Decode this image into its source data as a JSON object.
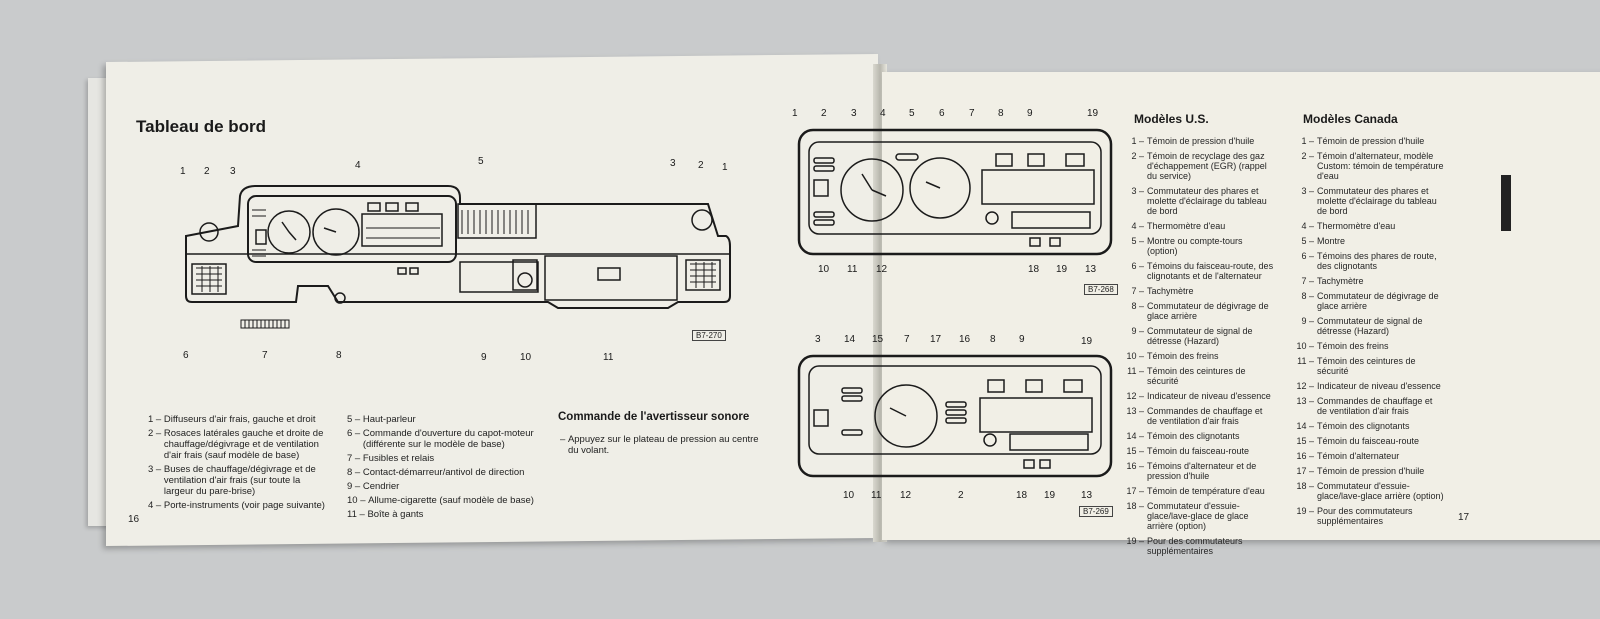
{
  "left_page": {
    "title": "Tableau de bord",
    "page_number": "16",
    "ref": "B7-270",
    "callouts": [
      "1",
      "2",
      "3",
      "4",
      "5",
      "3",
      "2",
      "1",
      "6",
      "7",
      "8",
      "9",
      "10",
      "11"
    ],
    "legend_col1": [
      {
        "n": "1 – ",
        "t": "Diffuseurs d'air frais, gauche et droit"
      },
      {
        "n": "2 – ",
        "t": "Rosaces latérales gauche et droite de chauffage/dégivrage et de ventilation d'air frais (sauf modèle de base)"
      },
      {
        "n": "3 – ",
        "t": "Buses de chauffage/dégivrage et de ventilation d'air frais (sur toute la largeur du pare-brise)"
      },
      {
        "n": "4 – ",
        "t": "Porte-instruments (voir page suivante)"
      }
    ],
    "legend_col2": [
      {
        "n": "5 – ",
        "t": "Haut-parleur"
      },
      {
        "n": "6 – ",
        "t": "Commande d'ouverture du capot-moteur (différente sur le modèle de base)"
      },
      {
        "n": "7 – ",
        "t": "Fusibles et relais"
      },
      {
        "n": "8 – ",
        "t": "Contact-démarreur/antivol de direction"
      },
      {
        "n": "9 – ",
        "t": "Cendrier"
      },
      {
        "n": "10 – ",
        "t": "Allume-cigarette (sauf modèle de base)"
      },
      {
        "n": "11 – ",
        "t": "Boîte à gants"
      }
    ],
    "horn_title": "Commande de l'avertisseur sonore",
    "horn_items": [
      {
        "n": "– ",
        "t": "Appuyez sur le plateau de pression au centre du volant."
      }
    ]
  },
  "right_page": {
    "page_number": "17",
    "ref_top": "B7-268",
    "ref_bottom": "B7-269",
    "top_callouts_upper": [
      "1",
      "2",
      "3",
      "4",
      "5",
      "6",
      "7",
      "8",
      "9",
      "19"
    ],
    "top_callouts_lower": [
      "10",
      "11",
      "12",
      "18",
      "19",
      "13"
    ],
    "bottom_callouts_upper": [
      "3",
      "14",
      "15",
      "7",
      "17",
      "16",
      "8",
      "9",
      "19"
    ],
    "bottom_callouts_lower": [
      "10",
      "11",
      "12",
      "2",
      "18",
      "19",
      "13"
    ],
    "us_heading": "Modèles U.S.",
    "us_items": [
      {
        "n": "1 –",
        "t": "Témoin de pression d'huile"
      },
      {
        "n": "2 –",
        "t": "Témoin de recyclage des gaz d'échappement (EGR) (rappel du service)"
      },
      {
        "n": "3 –",
        "t": "Commutateur des phares et molette d'éclairage du tableau de bord"
      },
      {
        "n": "4 –",
        "t": "Thermomètre d'eau"
      },
      {
        "n": "5 –",
        "t": "Montre ou compte-tours (option)"
      },
      {
        "n": "6 –",
        "t": "Témoins du faisceau-route, des clignotants et de l'alternateur"
      },
      {
        "n": "7 –",
        "t": "Tachymètre"
      },
      {
        "n": "8 –",
        "t": "Commutateur de dégivrage de glace arrière"
      },
      {
        "n": "9 –",
        "t": "Commutateur de signal de détresse (Hazard)"
      },
      {
        "n": "10 –",
        "t": "Témoin des freins"
      },
      {
        "n": "11 –",
        "t": "Témoin des ceintures de sécurité"
      },
      {
        "n": "12 –",
        "t": "Indicateur de niveau d'essence"
      },
      {
        "n": "13 –",
        "t": "Commandes de chauffage et de ventilation d'air frais"
      },
      {
        "n": "14 –",
        "t": "Témoin des clignotants"
      },
      {
        "n": "15 –",
        "t": "Témoin du faisceau-route"
      },
      {
        "n": "16 –",
        "t": "Témoins d'alternateur et de pression d'huile"
      },
      {
        "n": "17 –",
        "t": "Témoin de température d'eau"
      },
      {
        "n": "18 –",
        "t": "Commutateur d'essuie-glace/lave-glace de glace arrière (option)"
      },
      {
        "n": "19 –",
        "t": "Pour des commutateurs supplémentaires"
      }
    ],
    "ca_heading": "Modèles Canada",
    "ca_items": [
      {
        "n": "1 –",
        "t": "Témoin de pression d'huile"
      },
      {
        "n": "2 –",
        "t": "Témoin d'alternateur, modèle Custom: témoin de température d'eau"
      },
      {
        "n": "3 –",
        "t": "Commutateur des phares et molette d'éclairage du tableau de bord"
      },
      {
        "n": "4 –",
        "t": "Thermomètre d'eau"
      },
      {
        "n": "5 –",
        "t": "Montre"
      },
      {
        "n": "6 –",
        "t": "Témoins des phares de route, des clignotants"
      },
      {
        "n": "7 –",
        "t": "Tachymètre"
      },
      {
        "n": "8 –",
        "t": "Commutateur de dégivrage de glace arrière"
      },
      {
        "n": "9 –",
        "t": "Commutateur de signal de détresse (Hazard)"
      },
      {
        "n": "10 –",
        "t": "Témoin des freins"
      },
      {
        "n": "11 –",
        "t": "Témoin des ceintures de sécurité"
      },
      {
        "n": "12 –",
        "t": "Indicateur de niveau d'essence"
      },
      {
        "n": "13 –",
        "t": "Commandes de chauffage et de ventilation d'air frais"
      },
      {
        "n": "14 –",
        "t": "Témoin des clignotants"
      },
      {
        "n": "15 –",
        "t": "Témoin du faisceau-route"
      },
      {
        "n": "16 –",
        "t": "Témoin d'alternateur"
      },
      {
        "n": "17 –",
        "t": "Témoin de pression d'huile"
      },
      {
        "n": "18 –",
        "t": "Commutateur d'essuie-glace/lave-glace arrière (option)"
      },
      {
        "n": "19 –",
        "t": "Pour des commutateurs supplémentaires"
      }
    ]
  }
}
